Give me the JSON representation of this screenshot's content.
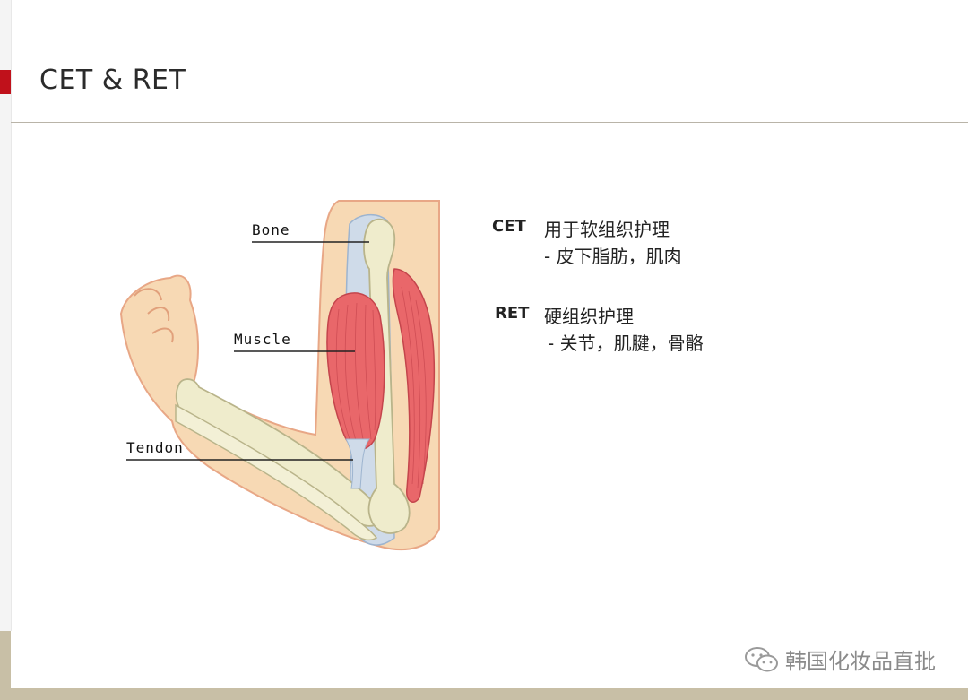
{
  "slide": {
    "title": "CET & RET"
  },
  "diagram": {
    "labels": {
      "bone": "Bone",
      "muscle": "Muscle",
      "tendon": "Tendon"
    }
  },
  "notes": {
    "cet": {
      "term": "CET",
      "line1": "用于软组织护理",
      "line2": "- 皮下脂肪，肌肉"
    },
    "ret": {
      "term": "RET",
      "line1": "硬组织护理",
      "line2": "- 关节，肌腱，骨骼"
    }
  },
  "watermark": {
    "text": "韩国化妆品直批",
    "icon": "wechat-icon"
  },
  "colors": {
    "accent_red": "#c0111b",
    "skin": "#f7d9b4",
    "muscle": "#e9676a",
    "bone": "#efeccc",
    "tendon": "#cfdbe9"
  }
}
